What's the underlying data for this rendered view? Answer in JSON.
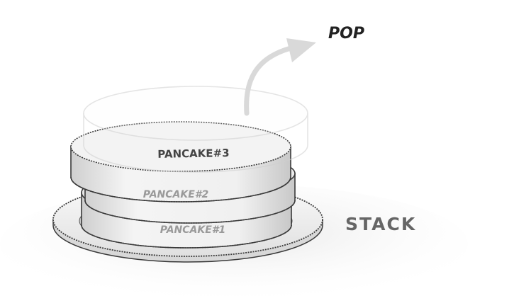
{
  "labels": {
    "pop": "POP",
    "stack": "STACK"
  },
  "pancakes": [
    {
      "label": "PANCAKE#1"
    },
    {
      "label": "PANCAKE#2"
    },
    {
      "label": "PANCAKE#3"
    }
  ],
  "colors": {
    "background": "#ffffff",
    "outline": "#3a3a3a",
    "pancake_top": "#f2f2f2",
    "pancake_side": "#e9e9e9",
    "plate": "#f7f7f7",
    "ghost": "#cfcfcf",
    "arrow": "#d9d9d9",
    "label_pancake_3": "#444444",
    "label_pancake_faint": "#9a9a9a",
    "label_stack": "#666666",
    "label_pop": "#222222"
  }
}
